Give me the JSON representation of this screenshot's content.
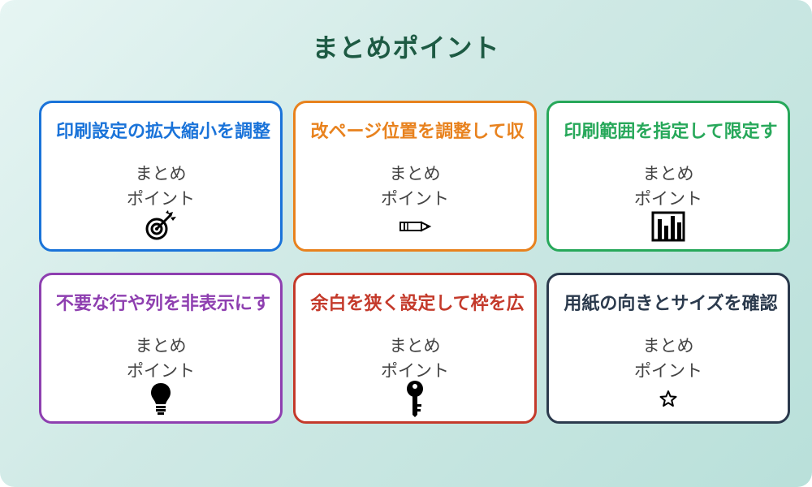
{
  "title": "まとめポイント",
  "cards": [
    {
      "title": "印刷設定の拡大縮小を調整",
      "line1": "まとめ",
      "line2": "ポイント",
      "icon": "target-icon",
      "color": "#1a73d9"
    },
    {
      "title": "改ページ位置を調整して収",
      "line1": "まとめ",
      "line2": "ポイント",
      "icon": "pencil-icon",
      "color": "#e8821e"
    },
    {
      "title": "印刷範囲を指定して限定す",
      "line1": "まとめ",
      "line2": "ポイント",
      "icon": "chart-icon",
      "color": "#27a85a"
    },
    {
      "title": "不要な行や列を非表示にす",
      "line1": "まとめ",
      "line2": "ポイント",
      "icon": "lightbulb-icon",
      "color": "#8e3fb0"
    },
    {
      "title": "余白を狭く設定して枠を広",
      "line1": "まとめ",
      "line2": "ポイント",
      "icon": "key-icon",
      "color": "#c43a2b"
    },
    {
      "title": "用紙の向きとサイズを確認",
      "line1": "まとめ",
      "line2": "ポイント",
      "icon": "star-icon",
      "color": "#2b3a4d"
    }
  ]
}
